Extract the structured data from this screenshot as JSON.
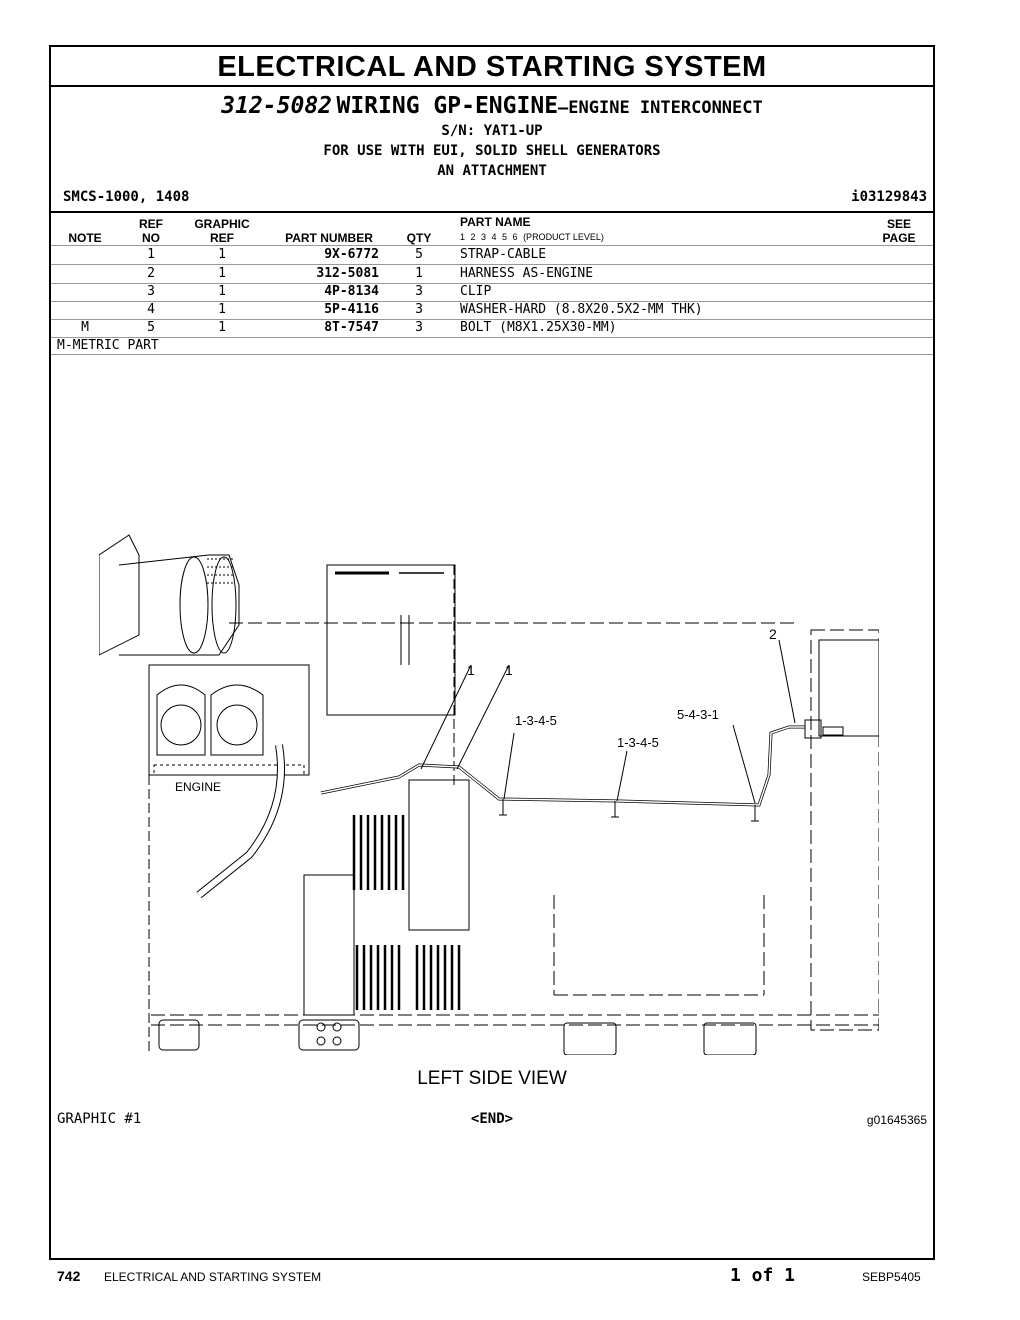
{
  "section_title": "ELECTRICAL AND STARTING SYSTEM",
  "group": {
    "part_number": "312-5082",
    "name": "WIRING GP-ENGINE",
    "suffix": "—ENGINE INTERCONNECT",
    "serial": "S/N: YAT1-UP",
    "usage": "FOR USE WITH EUI, SOLID SHELL GENERATORS",
    "attachment": "AN ATTACHMENT"
  },
  "smcs": "SMCS-1000, 1408",
  "doc_id": "i03129843",
  "table": {
    "headers": {
      "note": "NOTE",
      "ref_no_top": "REF",
      "ref_no_bottom": "NO",
      "graphic_ref_top": "GRAPHIC",
      "graphic_ref_bottom": "REF",
      "part_number": "PART NUMBER",
      "qty": "QTY",
      "part_name": "PART NAME",
      "product_levels": "1  2  3  4  5  6",
      "product_level_label": "(PRODUCT LEVEL)",
      "see_page_top": "SEE",
      "see_page_bottom": "PAGE"
    },
    "rows": [
      {
        "note": "",
        "ref_no": "1",
        "graphic_ref": "1",
        "part_number": "9X-6772",
        "qty": "5",
        "part_name": "STRAP-CABLE"
      },
      {
        "note": "",
        "ref_no": "2",
        "graphic_ref": "1",
        "part_number": "312-5081",
        "qty": "1",
        "part_name": "HARNESS AS-ENGINE"
      },
      {
        "note": "",
        "ref_no": "3",
        "graphic_ref": "1",
        "part_number": "4P-8134",
        "qty": "3",
        "part_name": "CLIP"
      },
      {
        "note": "",
        "ref_no": "4",
        "graphic_ref": "1",
        "part_number": "5P-4116",
        "qty": "3",
        "part_name": "WASHER-HARD (8.8X20.5X2-MM THK)"
      },
      {
        "note": "M",
        "ref_no": "5",
        "graphic_ref": "1",
        "part_number": "8T-7547",
        "qty": "3",
        "part_name": "BOLT (M8X1.25X30-MM)"
      }
    ],
    "footnote": "M-METRIC PART"
  },
  "drawing": {
    "callouts": {
      "c_strap_a": "1",
      "c_strap_b": "1",
      "c_harness": "2",
      "c_clip_a": "1-3-4-5",
      "c_clip_b": "1-3-4-5",
      "c_clip_c": "5-4-3-1"
    },
    "engine_label": "ENGINE",
    "view_label": "LEFT SIDE VIEW"
  },
  "graphic_label": "GRAPHIC #1",
  "end_label": "<END>",
  "graphic_id": "g01645365",
  "footer": {
    "page": "742",
    "section": "ELECTRICAL AND STARTING SYSTEM",
    "page_of": "1 of 1",
    "doc": "SEBP5405"
  }
}
